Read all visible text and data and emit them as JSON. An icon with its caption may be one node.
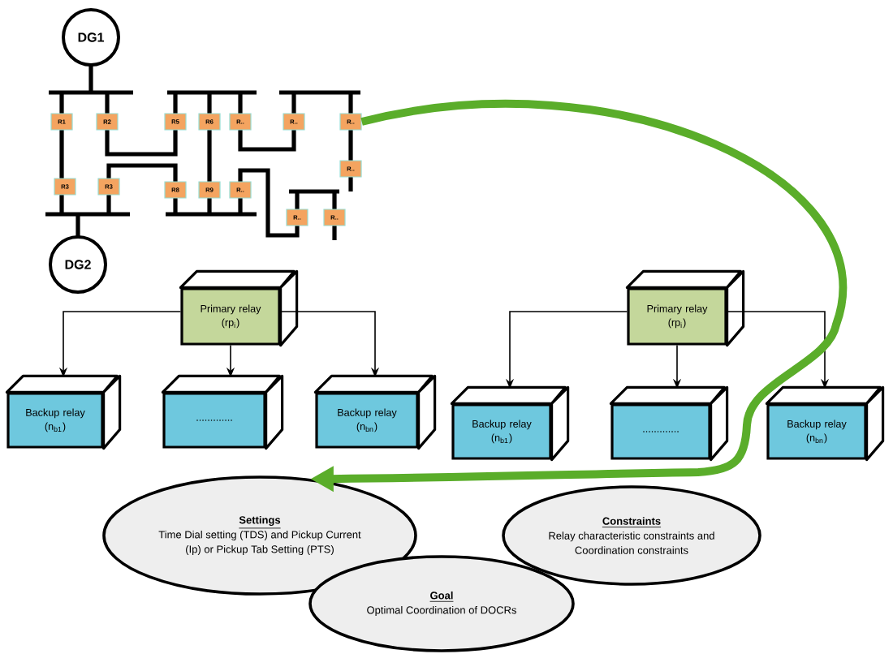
{
  "diagram": {
    "nodes": [
      {
        "text": [
          "DG1"
        ]
      },
      {
        "text": [
          "R1"
        ]
      },
      {
        "text": [
          "R2"
        ]
      },
      {
        "text": [
          "R5"
        ]
      },
      {
        "text": [
          "R6"
        ]
      },
      {
        "text": [
          "R.."
        ]
      },
      {
        "text": [
          "R.."
        ]
      },
      {
        "text": [
          "R.."
        ]
      },
      {
        "text": [
          "R.."
        ]
      },
      {
        "text": [
          "R3"
        ]
      },
      {
        "text": [
          "R3"
        ]
      },
      {
        "text": [
          "R8"
        ]
      },
      {
        "text": [
          "R9"
        ]
      },
      {
        "text": [
          "R.."
        ]
      },
      {
        "text": [
          "R.."
        ]
      },
      {
        "text": [
          "R.."
        ]
      },
      {
        "text": [
          "DG2"
        ]
      },
      {
        "text": [
          "Primary relay",
          "(rp$_{i}$)"
        ]
      },
      {
        "text": [
          "Primary relay",
          "(rp$_{i}$)"
        ]
      },
      {
        "text": [
          "Backup relay",
          "(n$_{b1}$)"
        ]
      },
      {
        "text": [
          "............."
        ]
      },
      {
        "text": [
          "Backup relay",
          "(n$_{bn}$)"
        ]
      },
      {
        "text": [
          "Backup relay",
          "(n$_{b1}$)"
        ]
      },
      {
        "text": [
          "............."
        ]
      },
      {
        "text": [
          "Backup relay",
          "(n$_{bn}$)"
        ]
      },
      {
        "text": [
          "Settings",
          "Time Dial setting (TDS) and Pickup Current (Ip) or Pickup Tab Setting (PTS)"
        ]
      },
      {
        "text": [
          "Constraints",
          "Relay characteristic constraints and Coordination constraints"
        ]
      },
      {
        "text": [
          "Goal",
          "Optimal Coordination of DOCRs"
        ]
      }
    ],
    "edges": [
      {
        "from": 17,
        "to": 19,
        "arrow": "to"
      },
      {
        "from": 17,
        "to": 20,
        "arrow": "to"
      },
      {
        "from": 17,
        "to": 21,
        "arrow": "to"
      },
      {
        "from": 18,
        "to": 22,
        "arrow": "to"
      },
      {
        "from": 18,
        "to": 23,
        "arrow": "to"
      },
      {
        "from": 18,
        "to": 24,
        "arrow": "to"
      },
      {
        "from": 7,
        "to": 25,
        "arrow": "to",
        "style": "thick",
        "color": "#5aad2a"
      }
    ]
  }
}
